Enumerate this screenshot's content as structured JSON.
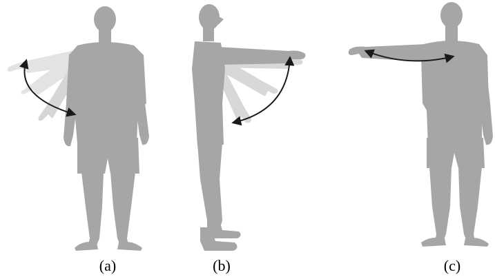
{
  "captions": {
    "a": "(a)",
    "b": "(b)",
    "c": "(c)"
  },
  "colors": {
    "silhouette": "#a6a6a6",
    "ghost_arm": "#d2d2d2",
    "ghost_arm_light": "#e2e2e2",
    "arrow": "#1a1a1a",
    "background": "#ffffff"
  },
  "panels": [
    {
      "id": "a",
      "movement": "shoulder-abduction",
      "view": "front"
    },
    {
      "id": "b",
      "movement": "shoulder-flexion",
      "view": "side"
    },
    {
      "id": "c",
      "movement": "horizontal-adduction",
      "view": "front"
    }
  ]
}
